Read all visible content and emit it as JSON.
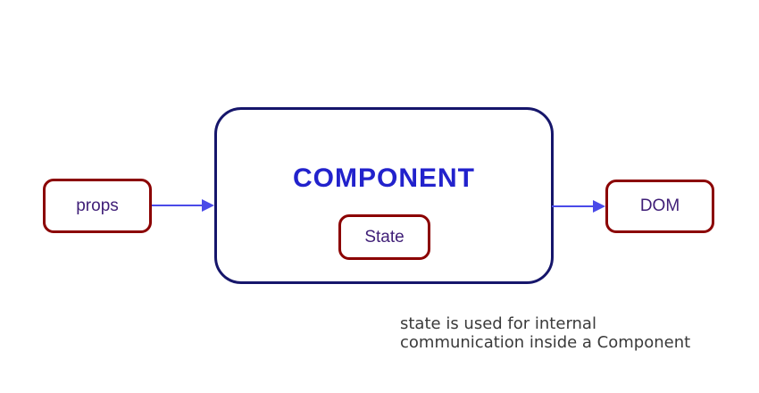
{
  "diagram": {
    "component": {
      "label": "COMPONENT"
    },
    "props": {
      "label": "props"
    },
    "state": {
      "label": "State"
    },
    "dom": {
      "label": "DOM"
    },
    "caption": {
      "line1": "state is used for internal",
      "line2": "communication inside a Component"
    },
    "arrows": [
      {
        "name": "props-to-component",
        "direction": "right"
      },
      {
        "name": "component-to-dom",
        "direction": "right"
      }
    ]
  },
  "colors": {
    "background": "#FFFFFF",
    "red_box_border": "#8B0000",
    "component_border": "#16166B",
    "component_label": "#2222CC",
    "box_label_text": "#3F1E77",
    "arrow": "#4A4AE8",
    "caption_text": "#3A3A3A"
  }
}
